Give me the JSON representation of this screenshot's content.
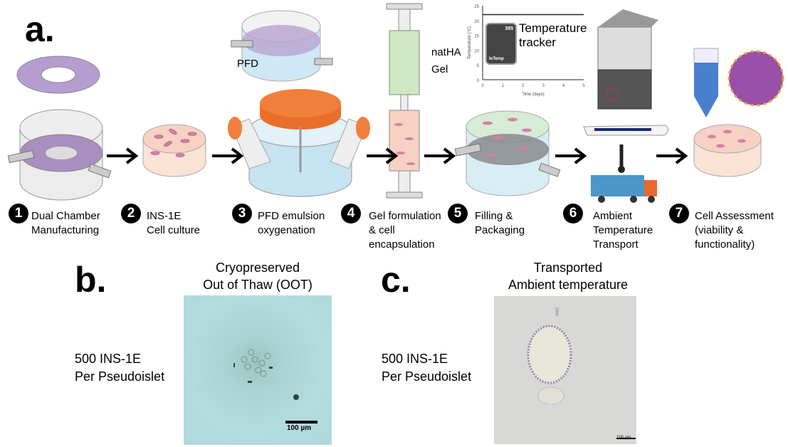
{
  "panels": {
    "a": "a.",
    "b": "b.",
    "c": "c."
  },
  "steps": [
    {
      "num": "1",
      "lines": [
        "Dual Chamber",
        "Manufacturing"
      ]
    },
    {
      "num": "2",
      "lines": [
        "INS-1E",
        "Cell culture"
      ]
    },
    {
      "num": "3",
      "lines": [
        "PFD emulsion",
        "oxygenation"
      ]
    },
    {
      "num": "4",
      "lines": [
        "Gel formulation",
        "& cell",
        "encapsulation"
      ]
    },
    {
      "num": "5",
      "lines": [
        "Filling &",
        "Packaging"
      ]
    },
    {
      "num": "6",
      "lines": [
        "Ambient",
        "Temperature",
        "Transport"
      ]
    },
    {
      "num": "7",
      "lines": [
        "Cell Assessment",
        "(viability &",
        "functionality)"
      ]
    }
  ],
  "annotations": {
    "pfd": "PFD",
    "gel": [
      "natHA",
      "Gel"
    ],
    "tracker": [
      "Temperature",
      "tracker"
    ],
    "logger_brand": "InTemp",
    "logger_model": "365"
  },
  "temp_chart": {
    "ylabel": "Temperature (°C)",
    "xlabel": "Time (days)",
    "yticks": [
      "0",
      "5",
      "10",
      "15",
      "20",
      "25"
    ],
    "xticks": [
      "0",
      "1",
      "2",
      "3",
      "4",
      "5"
    ],
    "constant_temp_c": 22
  },
  "panel_b": {
    "title": [
      "Cryopreserved",
      "Out of Thaw (OOT)"
    ],
    "side": [
      "500 INS-1E",
      "Per Pseudoislet"
    ],
    "scale": "100 µm"
  },
  "panel_c": {
    "title": [
      "Transported",
      "Ambient temperature"
    ],
    "side": [
      "500 INS-1E",
      "Per Pseudoislet"
    ],
    "scale": "100 µm"
  },
  "colors": {
    "purple": "#a98fc0",
    "orange": "#f0803c",
    "blue": "#bfe0f0",
    "cell": "#d77fa5",
    "micro_b": "#a8d4d6",
    "micro_c": "#d8d8d6"
  }
}
